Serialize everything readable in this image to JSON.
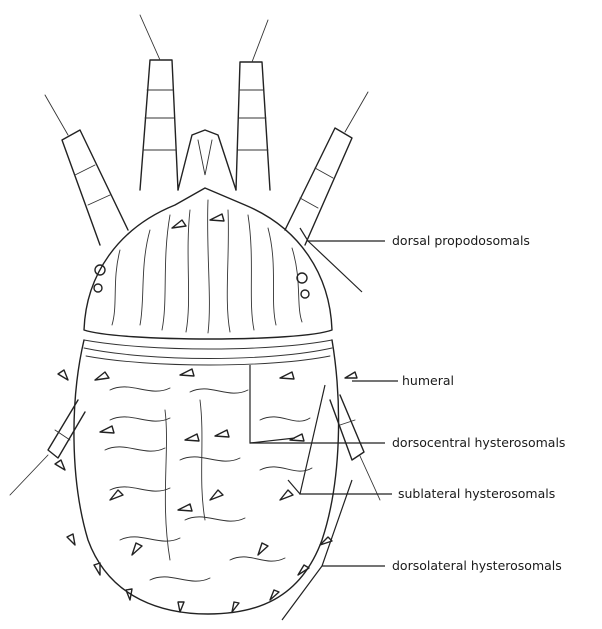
{
  "labels": {
    "dorsal_propodosomals": "dorsal propodosomals",
    "humeral": "humeral",
    "dorsocentral_hysterosomals": "dorsocentral hysterosomals",
    "sublateral_hysterosomals": "sublateral hysterosomals",
    "dorsolateral_hysterosomals": "dorsolateral hysterosomals"
  }
}
